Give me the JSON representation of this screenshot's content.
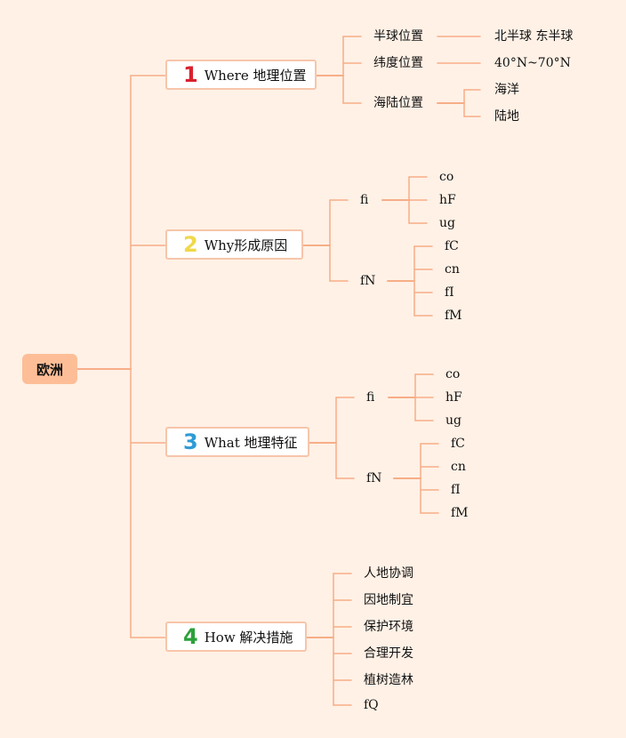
{
  "root": "欧洲",
  "colors": {
    "line": "#F7AE87",
    "root_fill": "#FDBE97",
    "num1": "#D9202D",
    "num2": "#F0D84A",
    "num3": "#2E9BD6",
    "num4": "#2BA13A"
  },
  "branches": [
    {
      "number": "1",
      "label": "Where 地理位置",
      "children": [
        {
          "label": "半球位置",
          "children": [
            {
              "label": "北半球 东半球"
            }
          ]
        },
        {
          "label": "纬度位置",
          "children": [
            {
              "label": "40°N~70°N"
            }
          ]
        },
        {
          "label": "海陆位置",
          "children": [
            {
              "label": "海洋"
            },
            {
              "label": "陆地"
            }
          ]
        }
      ]
    },
    {
      "number": "2",
      "label": "Why形成原因",
      "children": [
        {
          "label": "fi",
          "children": [
            {
              "label": "co"
            },
            {
              "label": "hF"
            },
            {
              "label": "ug"
            }
          ]
        },
        {
          "label": "fN",
          "children": [
            {
              "label": "fC"
            },
            {
              "label": "cn"
            },
            {
              "label": "fI"
            },
            {
              "label": "fM"
            }
          ]
        }
      ]
    },
    {
      "number": "3",
      "label": "What 地理特征",
      "children": [
        {
          "label": "fi",
          "children": [
            {
              "label": "co"
            },
            {
              "label": "hF"
            },
            {
              "label": "ug"
            }
          ]
        },
        {
          "label": "fN",
          "children": [
            {
              "label": "fC"
            },
            {
              "label": "cn"
            },
            {
              "label": "fI"
            },
            {
              "label": "fM"
            }
          ]
        }
      ]
    },
    {
      "number": "4",
      "label": "How 解决措施",
      "children": [
        {
          "label": "人地协调"
        },
        {
          "label": "因地制宜"
        },
        {
          "label": "保护环境"
        },
        {
          "label": "合理开发"
        },
        {
          "label": "植树造林"
        },
        {
          "label": "fQ"
        }
      ]
    }
  ]
}
